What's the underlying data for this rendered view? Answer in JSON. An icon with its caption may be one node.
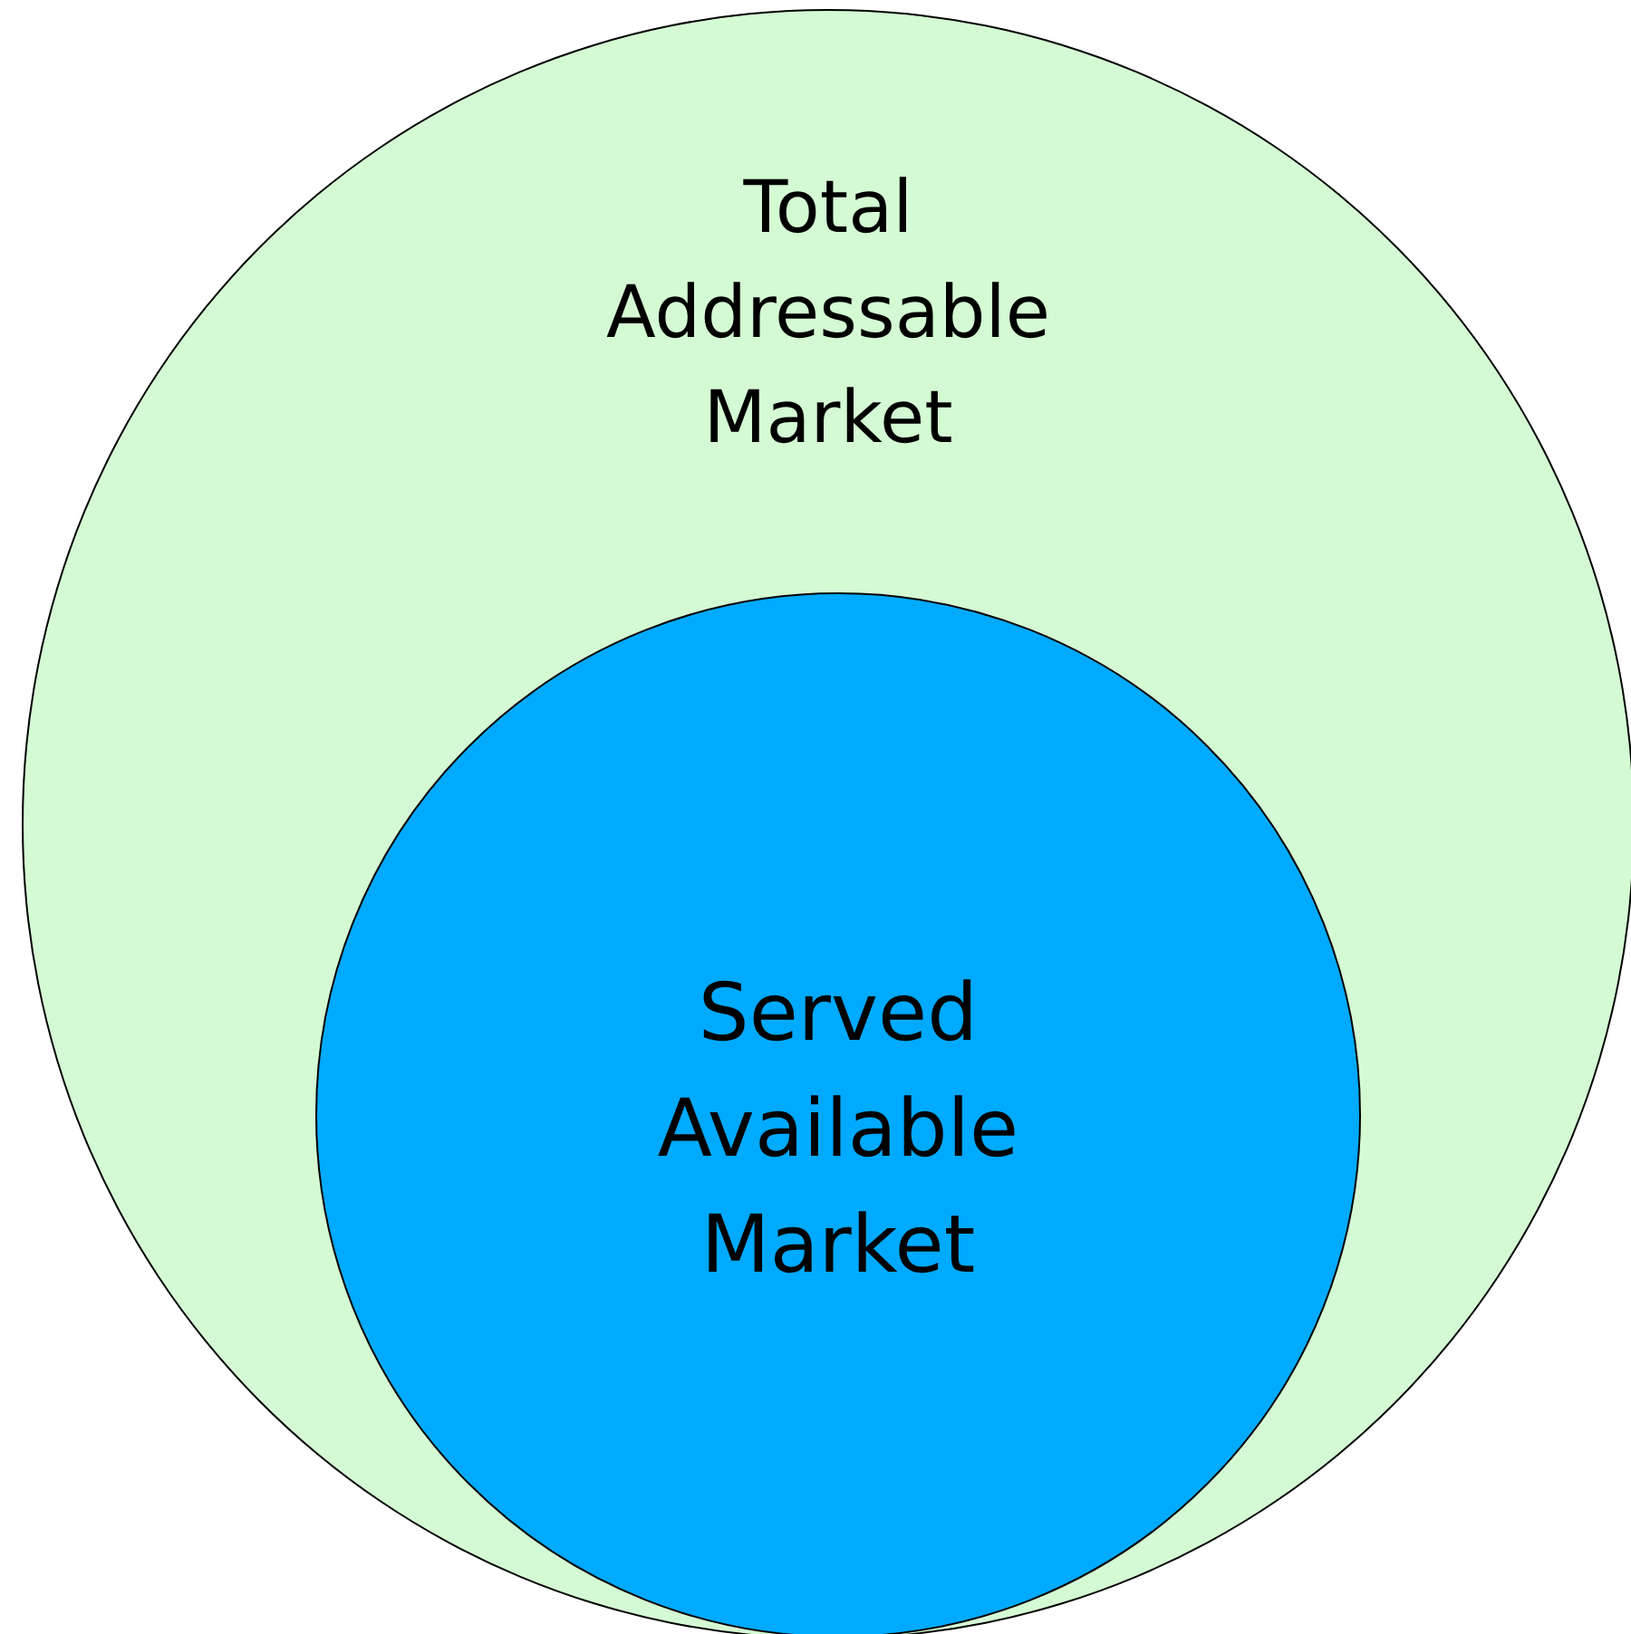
{
  "diagram": {
    "nodes": [
      {
        "text": [
          "Total Addressable Market"
        ]
      },
      {
        "text": [
          "Served Available Market"
        ],
        "in": 0
      }
    ]
  }
}
